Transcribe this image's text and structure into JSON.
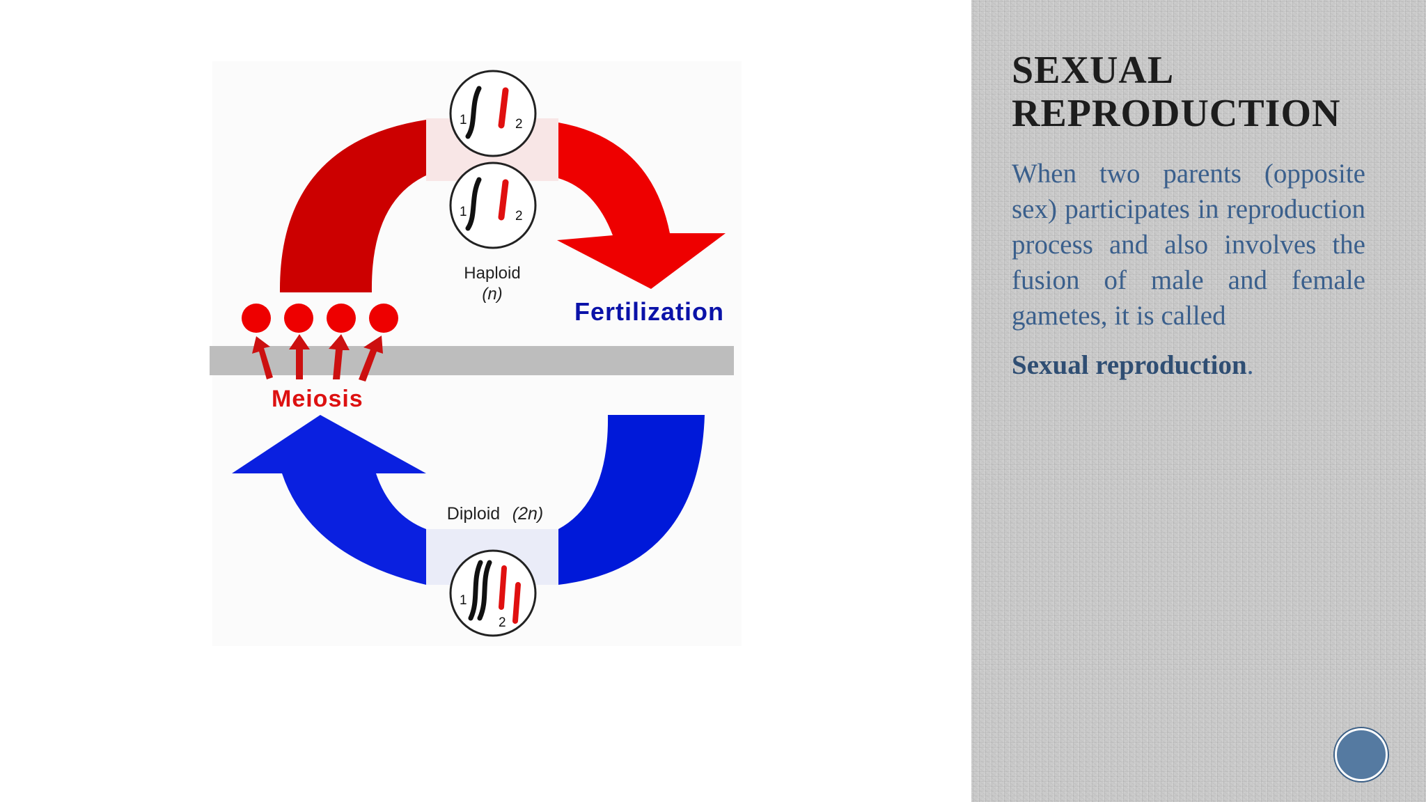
{
  "diagram": {
    "haploid_label": "Haploid",
    "haploid_sub": "(n)",
    "diploid_label": "Diploid",
    "diploid_sub": "(2n)",
    "fertilization_label": "Fertilization",
    "meiosis_label": "Meiosis",
    "chromosome_label_1": "1",
    "chromosome_label_2": "2",
    "colors": {
      "red_arrow": "#e60000",
      "dark_red_arrow": "#cc0000",
      "blue_arrow": "#0019d9",
      "fertilization_text": "#0a12a8",
      "meiosis_text": "#dd1111",
      "bar": "#bdbdbd"
    }
  },
  "panel": {
    "title": "SEXUAL REPRODUCTION",
    "body": "When two parents (opposite sex) participates in reproduction process and also involves the fusion of male and female gametes, it is called",
    "highlight_term": "Sexual reproduction",
    "highlight_suffix": ".",
    "colors": {
      "title": "#1d1d1d",
      "body": "#3a5f8c",
      "nav_button": "#557aa1"
    }
  }
}
